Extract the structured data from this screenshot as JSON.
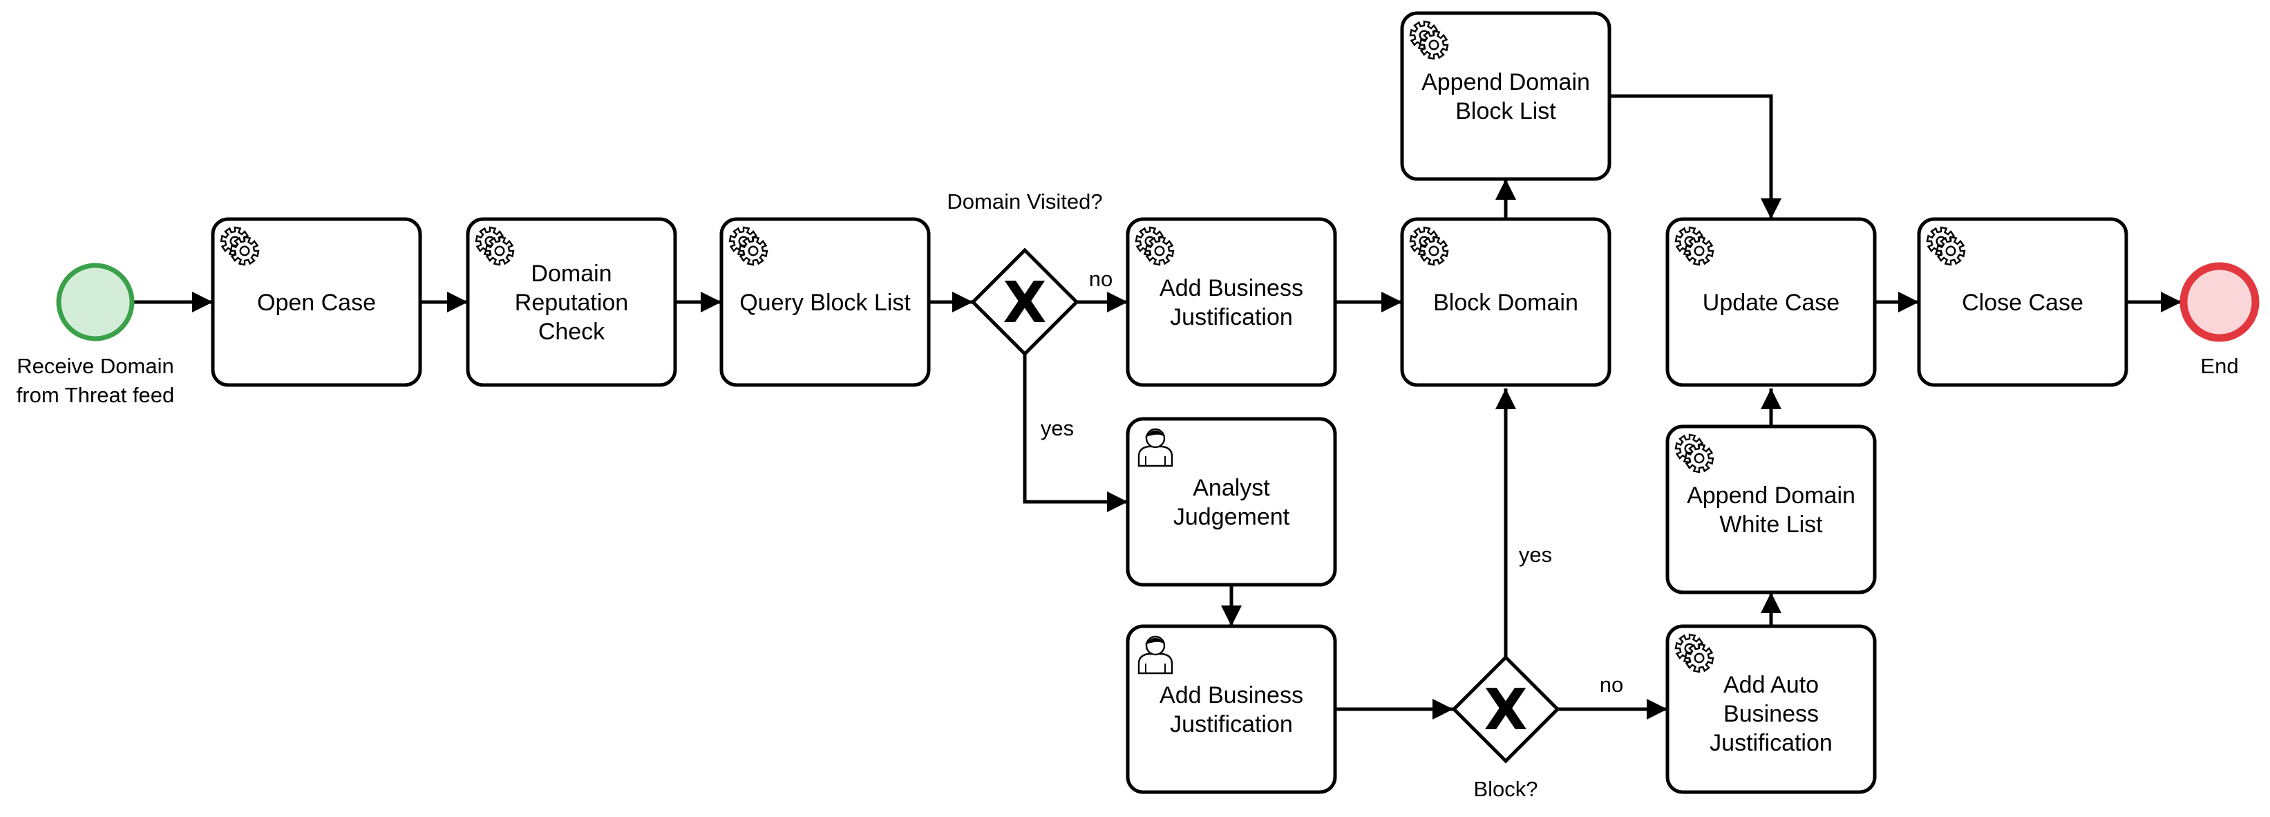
{
  "colors": {
    "start_fill": "#d4edd9",
    "start_stroke": "#3aa14a",
    "start_text": "#3aa14a",
    "end_fill": "#fbd6d8",
    "end_stroke": "#e3373f",
    "end_text": "#e3373f",
    "line": "#000000"
  },
  "events": {
    "start": {
      "label_lines": [
        "Receive Domain",
        "from Threat feed"
      ]
    },
    "end": {
      "label_lines": [
        "End"
      ]
    }
  },
  "tasks": {
    "open_case": {
      "type": "service",
      "lines": [
        "Open Case"
      ]
    },
    "domain_reputation_check": {
      "type": "service",
      "lines": [
        "Domain",
        "Reputation",
        "Check"
      ]
    },
    "query_block_list": {
      "type": "service",
      "lines": [
        "Query Block List"
      ]
    },
    "add_business_justification_top": {
      "type": "service",
      "lines": [
        "Add Business",
        "Justification"
      ]
    },
    "analyst_judgement": {
      "type": "user",
      "lines": [
        "Analyst",
        "Judgement"
      ]
    },
    "add_business_justification_bottom": {
      "type": "user",
      "lines": [
        "Add Business",
        "Justification"
      ]
    },
    "append_domain_block_list": {
      "type": "service",
      "lines": [
        "Append Domain",
        "Block List"
      ]
    },
    "block_domain": {
      "type": "service",
      "lines": [
        "Block Domain"
      ]
    },
    "update_case": {
      "type": "service",
      "lines": [
        "Update Case"
      ]
    },
    "append_domain_white_list": {
      "type": "service",
      "lines": [
        "Append Domain",
        "White List"
      ]
    },
    "add_auto_business_justification": {
      "type": "service",
      "lines": [
        "Add Auto",
        "Business",
        "Justification"
      ]
    },
    "close_case": {
      "type": "service",
      "lines": [
        "Close Case"
      ]
    }
  },
  "gateways": {
    "domain_visited": {
      "label": "Domain Visited?",
      "symbol": "X"
    },
    "block": {
      "label": "Block?",
      "symbol": "X"
    }
  },
  "flow_labels": {
    "visited_no": "no",
    "visited_yes": "yes",
    "block_yes": "yes",
    "block_no": "no"
  },
  "icons": {
    "service_task": "gear-icon",
    "user_task": "user-icon"
  }
}
